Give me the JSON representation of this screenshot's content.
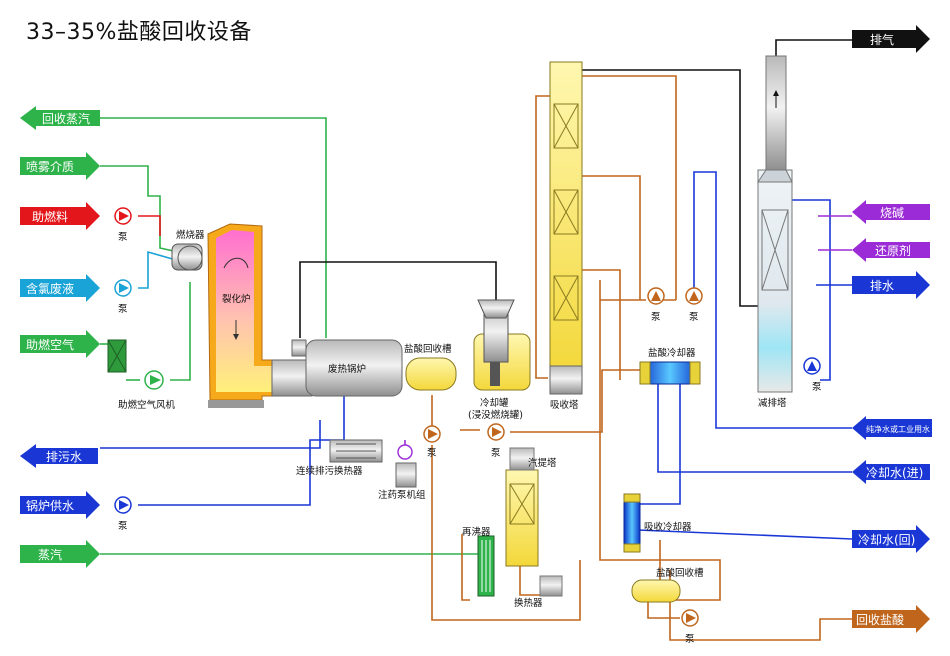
{
  "title": "33–35%盐酸回收设备",
  "arrows": {
    "recovered_steam": "回收蒸汽",
    "spray_medium": "喷雾介质",
    "aux_fuel": "助燃料",
    "chlorine_waste": "含氯废液",
    "combustion_air": "助燃空气",
    "blowdown_water": "排污水",
    "boiler_feed": "锅炉供水",
    "steam": "蒸汽",
    "exhaust": "排气",
    "caustic": "烧碱",
    "reductant": "还原剂",
    "drain": "排水",
    "pure_water": "纯净水或工业用水",
    "cooling_in": "冷却水(进)",
    "cooling_back": "冷却水(回)",
    "recovered_hcl": "回收盐酸"
  },
  "labels": {
    "pump": "泵",
    "burner": "燃烧器",
    "pyrolysis_furnace": "裂化炉",
    "waste_heat_boiler": "废热锅炉",
    "air_fan": "助燃空气风机",
    "blowdown_exchanger": "连续排污换热器",
    "dosing_pump": "注药泵机组",
    "hcl_tank_1": "盐酸回收槽",
    "quench_tank_1": "冷却罐",
    "quench_tank_2": "(浸没燃烧罐)",
    "absorber": "吸收塔",
    "hcl_cooler": "盐酸冷却器",
    "scrubber": "减排塔",
    "stripper": "汽提塔",
    "reboiler": "再沸器",
    "heat_exchanger": "换热器",
    "abs_cooler": "吸收冷却器",
    "hcl_tank_2": "盐酸回收槽"
  },
  "colors": {
    "green": "#2eb24a",
    "red": "#e3161b",
    "cyan": "#19a3d6",
    "blue": "#1a37d6",
    "black": "#111111",
    "purple": "#9b2bd6",
    "brown": "#c0661c"
  }
}
